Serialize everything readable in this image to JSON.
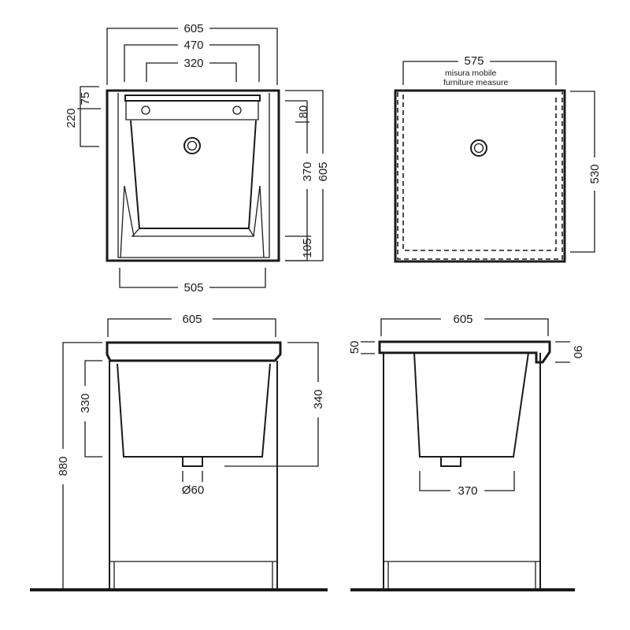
{
  "top_view": {
    "dim_605": "605",
    "dim_470": "470",
    "dim_320": "320",
    "dim_505": "505",
    "dim_220": "220",
    "dim_75": "75",
    "dim_80": "80",
    "dim_370": "370",
    "dim_105": "105",
    "dim_605_side": "605"
  },
  "cabinet_view": {
    "dim_575": "575",
    "label_misura": "misura mobile",
    "label_furniture": "furniture measure",
    "dim_530": "530"
  },
  "front_view": {
    "dim_605": "605",
    "dim_880": "880",
    "dim_330": "330",
    "dim_340": "340",
    "dim_drain": "Ø60"
  },
  "side_view": {
    "dim_605": "605",
    "dim_50": "50",
    "dim_90": "90",
    "dim_370": "370"
  }
}
